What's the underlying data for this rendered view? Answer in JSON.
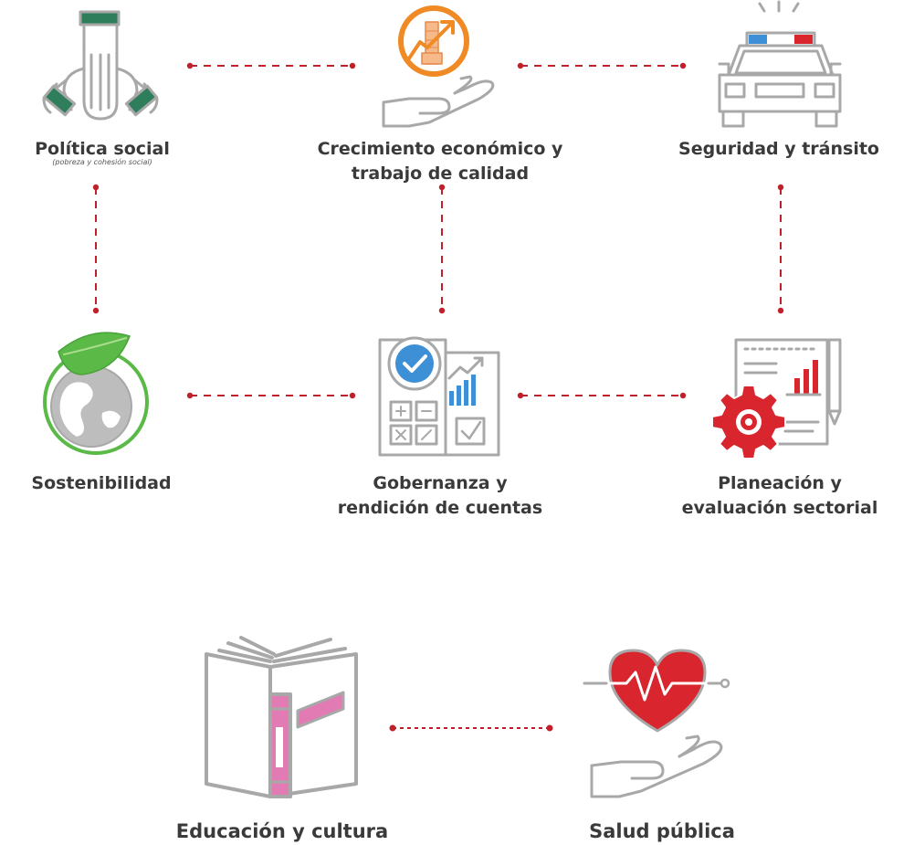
{
  "nodes": {
    "politica_social": {
      "title": "Política social",
      "subtitle": "(pobreza y cohesión social)"
    },
    "crecimiento": {
      "line1": "Crecimiento económico y",
      "line2": "trabajo de calidad"
    },
    "seguridad": {
      "title": "Seguridad y tránsito"
    },
    "sostenibilidad": {
      "title": "Sostenibilidad"
    },
    "gobernanza": {
      "line1": "Gobernanza y",
      "line2": "rendición de cuentas"
    },
    "planeacion": {
      "line1": "Planeación y",
      "line2": "evaluación sectorial"
    },
    "educacion": {
      "title": "Educación y cultura"
    },
    "salud": {
      "title": "Salud pública"
    }
  },
  "colors": {
    "connector": "#c0202a",
    "icon_gray": "#a8a8a8",
    "green_dark": "#2e7d5b",
    "orange": "#f08a24",
    "blue": "#3d8fd6",
    "red": "#d9262e",
    "pink": "#e27ab4",
    "leaf_green": "#5bb947",
    "text": "#3a3a3a"
  }
}
